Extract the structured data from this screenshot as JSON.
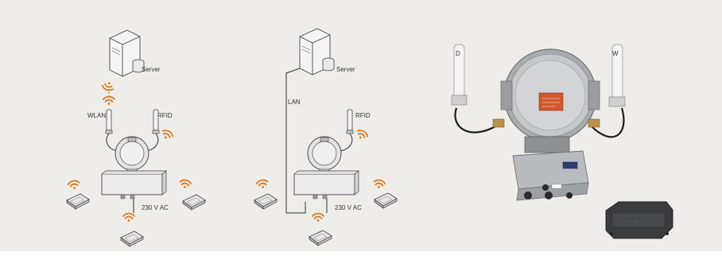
{
  "colors": {
    "background": "#efedea",
    "wireless": "#e07a1f",
    "device": "#d8d8d8",
    "line": "#444444"
  },
  "left_diagram": {
    "server_label": "Server",
    "wlan_label": "WLAN",
    "rfid_label": "RFID",
    "power_label": "230 V AC"
  },
  "middle_diagram": {
    "server_label": "Server",
    "lan_label": "LAN",
    "rfid_label": "RFID",
    "power_label": "230 V AC"
  },
  "photo": {
    "left_antenna_label": "D",
    "right_antenna_label": "W"
  },
  "icons": [
    "server-icon",
    "antenna-icon",
    "wifi-signal-icon",
    "rfid-tag-icon",
    "reader-enclosure-icon"
  ]
}
